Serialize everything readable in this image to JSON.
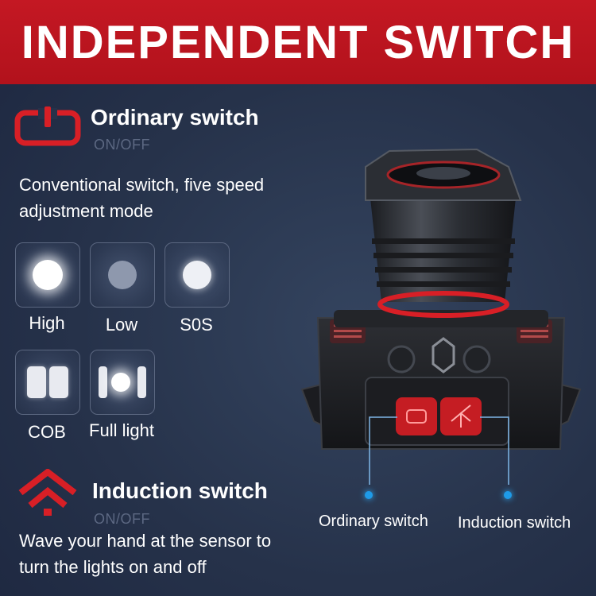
{
  "header": {
    "title": "INDEPENDENT SWITCH"
  },
  "ordinary": {
    "title": "Ordinary switch",
    "subtitle": "ON/OFF",
    "description_line1": "Conventional switch, five speed",
    "description_line2": "adjustment mode",
    "icon": "power-button-icon"
  },
  "modes": [
    {
      "label": "High",
      "icon": "high-mode-icon"
    },
    {
      "label": "Low",
      "icon": "low-mode-icon"
    },
    {
      "label": "S0S",
      "icon": "sos-mode-icon"
    },
    {
      "label": "COB",
      "icon": "cob-mode-icon"
    },
    {
      "label": "Full light",
      "icon": "full-light-mode-icon"
    }
  ],
  "induction": {
    "title": "Induction switch",
    "subtitle": "ON/OFF",
    "description_line1": "Wave your hand at the sensor to",
    "description_line2": "turn the lights on and off",
    "icon": "sensor-chevrons-icon"
  },
  "callouts": {
    "ordinary": "Ordinary switch",
    "induction": "Induction switch"
  },
  "colors": {
    "accent_red": "#d81f26",
    "header_red": "#c41823",
    "background": "#26324a",
    "callout_blue": "#1e9be8"
  }
}
